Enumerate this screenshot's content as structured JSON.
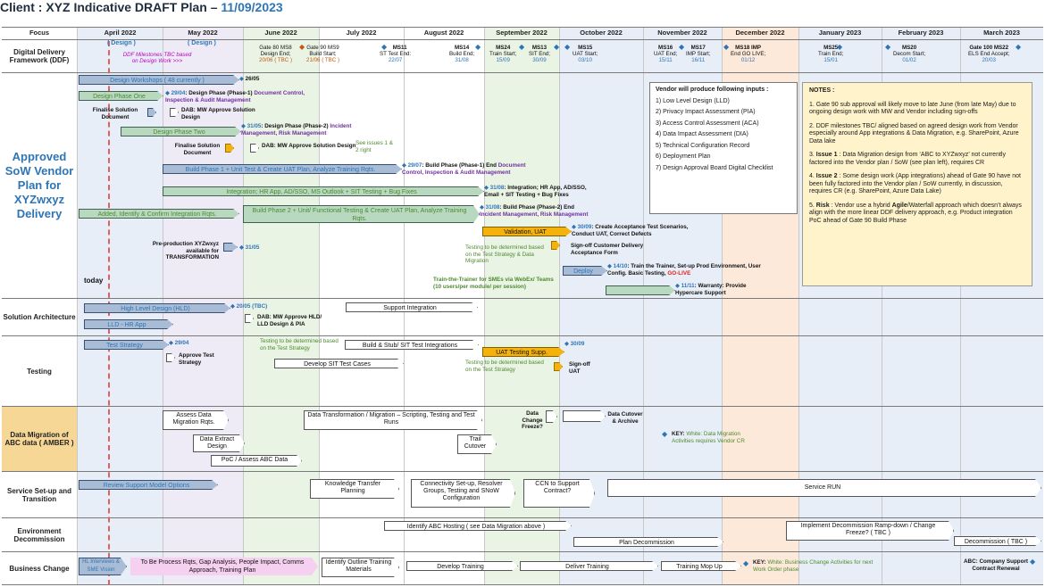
{
  "title": {
    "prefix": "Client : XYZ Indicative DRAFT Plan – ",
    "date": "11/09/2023"
  },
  "colors": {
    "green_col": "#eaf4e4",
    "orange_col": "#fde9d9",
    "blue_col": "#e8eef7",
    "amber": "#f6d795",
    "lavender": "#eeeaf6"
  },
  "header": {
    "focus": "Focus",
    "months": [
      "April 2022",
      "May 2022",
      "June 2022",
      "July 2022",
      "August 2022",
      "September 2022",
      "October 2022",
      "November 2022",
      "December 2022",
      "January 2023",
      "February 2023",
      "March 2023"
    ]
  },
  "focus_areas": {
    "ddf": "Digital Delivery Framework (DDF)",
    "approved": "Approved SoW Vendor Plan for XYZwxyz Delivery",
    "solution": "Solution Architecture",
    "testing": "Testing",
    "migration": "Data Migration of ABC data ( AMBER )",
    "service": "Service Set-up and Transition",
    "environment": "Environment Decommission",
    "business": "Business Change"
  },
  "ddf_row": {
    "design1": "( Design )",
    "design2": "( Design )",
    "ddf_note": "DDF Milestones TBC based on Design Work >>>",
    "ms8_label": "Gate 80 MS8",
    "ms8_sub": "Design End;",
    "ms8_date": "20/06 ( TBC )",
    "ms9_label": "Gate 90 MS9",
    "ms9_sub": "Build Start;",
    "ms9_date": "21/06 ( TBC )",
    "ms11_label": "MS11",
    "ms11_sub": "ST Test End:",
    "ms11_date": "22/07",
    "ms14_label": "MS14",
    "ms14_sub": "Build End;",
    "ms14_date": "31/08",
    "ms24_label": "MS24",
    "ms24_sub": "Train Start;",
    "ms24_date": "15/09",
    "ms13_label": "MS13",
    "ms13_sub": "SIT End;",
    "ms13_date": "30/09",
    "ms15_label": "MS15",
    "ms15_sub": "UAT Start;",
    "ms15_date": "03/10",
    "ms16_label": "MS16",
    "ms16_sub": "UAT End;",
    "ms16_date": "15/11",
    "ms17_label": "MS17",
    "ms17_sub": "IMP Start;",
    "ms17_date": "16/11",
    "ms18_label": "MS18 IMP",
    "ms18_sub": "End GO LIVE;",
    "ms18_date": "01/12",
    "ms25_label": "MS25",
    "ms25_sub": "Train End;",
    "ms25_date": "15/01",
    "ms20_label": "MS20",
    "ms20_sub": "Decom Start;",
    "ms20_date": "01/02",
    "ms22_label": "Gate 100 MS22",
    "ms22_sub": "ELS End Accept;",
    "ms22_date": "20/03"
  },
  "approved_row": {
    "design_workshops": "Design Workshops ( 48 currently )",
    "dw_date": "26/05",
    "design_phase_one": "Design Phase One",
    "dp1_date": "29/04",
    "dp1_text": ": Design Phase (Phase-1)",
    "dp1_purple": "Document Control, Inspection & Audit Management",
    "finalise1": "Finalise Solution Document",
    "dab1": "DAB: MW Approve Solution Design",
    "design_phase_two": "Design Phase Two",
    "dp2_date": "31/05",
    "dp2_text": ": Design Phase (Phase-2)",
    "dp2_purple": "Incident Management, Risk Management",
    "finalise2": "Finalise Solution Document",
    "dab2": "DAB: MW Approve Solution Design",
    "see_issues": "See issues 1 & 2 right",
    "build_p1": "Build Phase 1 + Unit Test & Create UAT Plan, Analyze Training Rqts.",
    "bp1_date": "29/07",
    "bp1_text": ": Build Phase (Phase-1) End",
    "bp1_purple": "Document Control, Inspection & Audit Management",
    "integration": "Integration; HR App, AD/SSO, MS Outlook + SIT Testing + Bug Fixes",
    "int_date": "31/08",
    "int_text": ": Integration; HR App, AD/SSO, Email + SIT Testing + Bug Fixes",
    "added": "Added, Identify & Confirm Integration Rqts.",
    "build_p2": "Build Phase 2 + Unit/ Functional Testing & Create UAT Plan, Analyze Training Rqts.",
    "bp2_date": "31/08",
    "bp2_text": ": Build Phase (Phase-2) End",
    "bp2_purple": "Incident Management, Risk Management",
    "validation": "Validation, UAT",
    "val_date": "30/09",
    "val_text": ": Create Acceptance Test Scenarios, Conduct UAT, Correct Defects",
    "testing_tbd": "Testing to be determined based on the Test Strategy & Data Migration",
    "signoff": "Sign-off Customer Delivery Acceptance Form",
    "preprod": "Pre-production XYZwxyz available for TRANSFORMATION",
    "preprod_date": "31/05",
    "deploy": "Deploy",
    "deploy_date": "14/10",
    "deploy_text": ": Train the Trainer, Set-up Prod Environment, User Config. Basic Testing,",
    "golive": "GO-LIVE",
    "train_trainer": "Train-the-Trainer for SMEs via WebEx/ Teams (10 users/per module/ per session)",
    "warranty_date": "11/11",
    "warranty_text": ": Warranty: Provide Hypercare Support",
    "today": "today"
  },
  "vendor": {
    "heading": "Vendor will produce following inputs :",
    "items": [
      "1) Low Level Design (LLD)",
      "2) Privacy Impact Assessment (PIA)",
      "3) Access Control Assessment (ACA)",
      "4) Data Impact Assessment (DIA)",
      "5) Technical Configuration Record",
      "6) Deployment Plan",
      "7) Design Approval Board Digital Checklist"
    ]
  },
  "notes": {
    "heading": "NOTES :",
    "n1": "1. Gate 90 sub approval will likely move to late June (from late May) due to ongoing design work with MW and Vendor including sign-offs",
    "n2": "2. DDF milestones TBC/ aligned based on agreed design work from Vendor especially around App integrations & Data Migration, e.g. SharePoint, Azure Data lake",
    "n3a": "3. ",
    "n3b": "Issue 1",
    "n3c": " : Data Migration design from ‘ABC to XYZwxyz’ not currently factored into the Vendor plan / SoW (see plan left), requires CR",
    "n4a": "4. ",
    "n4b": "Issue 2",
    "n4c": " : Some design work (App integrations) ahead of Gate 90 have not been fully factored into the Vendor plan / SoW currently, in discussion, requires CR (e.g. SharePoint, Azure Data Lake)",
    "n5a": "5. ",
    "n5b": "Risk",
    "n5c": " : Vendor use a hybrid ",
    "n5d": "Agile",
    "n5e": "/Waterfall approach which doesn’t always align with the more linear DDF delivery approach, e.g. Product integration PoC ahead of Gate 90 Build Phase"
  },
  "solution_row": {
    "hld": "High Level Design (HLD)",
    "hld_date": "20/05 (TBC)",
    "lld": "LLD - HR App",
    "dab": "DAB: MW Approve HLD/ LLD Design & PIA",
    "support_integration": "Support Integration"
  },
  "testing_row": {
    "test_strategy": "Test Strategy",
    "ts_date": "29/04",
    "approve_ts": "Approve Test Strategy",
    "tbd1": "Testing to be determined based on the Test Strategy",
    "build_stub": "Build & Stub/ SIT Test Integrations",
    "develop_sit": "Develop SIT Test Cases",
    "uat_supp": "UAT Testing Supp.",
    "uat_date": "30/09",
    "tbd2": "Testing to be determined based on the Test Strategy",
    "signoff_uat": "Sign-off UAT"
  },
  "migration_row": {
    "assess": "Assess Data Migration Rqts.",
    "extract": "Data Extract Design",
    "poc": "PoC / Assess ABC Data",
    "transform": "Data Transformation / Migration – Scripting, Testing and Test Runs",
    "trail": "Trail Cutover",
    "freeze": "Data Change Freeze?",
    "cutover": "Data Cutover & Archive",
    "key_bold": "KEY:",
    "key_text": " White: Data Migration Activities requires Vendor CR"
  },
  "service_row": {
    "review": "Review Support Model Options",
    "knowledge": "Knowledge Transfer Planning",
    "connectivity": "Connectivity Set-up, Resolver Groups, Testing and SNoW Configuration",
    "ccn": "CCN to Support Contract?",
    "run": "Service RUN"
  },
  "environment_row": {
    "identify": "Identify ABC Hosting ( see Data Migration above )",
    "plan": "Plan Decommission",
    "implement": "Implement Decommission Ramp-down / Change Freeze? ( TBC )",
    "decom": "Decommission ( TBC )"
  },
  "business_row": {
    "hl": "HL Interviews & SME Vision",
    "tobe": "To Be Process Rqts, Gap Analysis, People Impact, Comms Approach, Training Plan",
    "outline": "Identify Outline Training Materials",
    "develop": "Develop Training",
    "deliver": "Deliver Training",
    "mopup": "Training Mop Up",
    "key_bold": "KEY:",
    "key_text": " White: Business Change Activities for next Work Order phase",
    "abc": "ABC: Company Support Contract Renewal"
  }
}
